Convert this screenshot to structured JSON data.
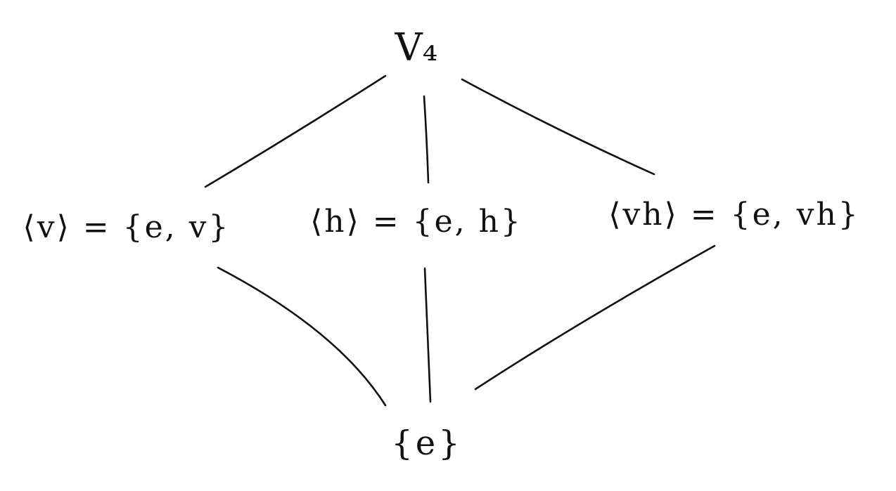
{
  "diagram": {
    "nodes": {
      "top": {
        "label": "V₄"
      },
      "left": {
        "label": "⟨v⟩ = {e, v}"
      },
      "middle": {
        "label": "⟨h⟩ = {e, h}"
      },
      "right": {
        "label": "⟨vh⟩ = {e, vh}"
      },
      "bottom": {
        "label": "{e}"
      }
    },
    "edges": [
      {
        "from": "top",
        "to": "left"
      },
      {
        "from": "top",
        "to": "middle"
      },
      {
        "from": "top",
        "to": "right"
      },
      {
        "from": "left",
        "to": "bottom"
      },
      {
        "from": "middle",
        "to": "bottom"
      },
      {
        "from": "right",
        "to": "bottom"
      }
    ]
  }
}
